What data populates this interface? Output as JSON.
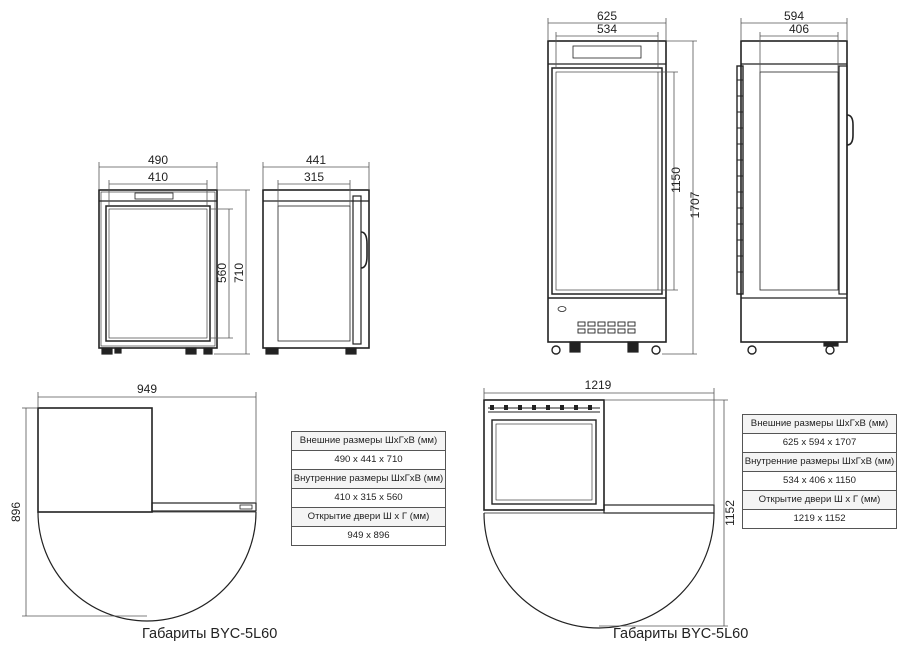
{
  "small_unit": {
    "front_view": {
      "outer_width": "490",
      "inner_width": "410",
      "inner_height": "560",
      "outer_height": "710"
    },
    "side_view": {
      "outer_depth": "441",
      "inner_depth": "315"
    },
    "door_plan": {
      "width": "949",
      "depth": "896"
    },
    "table": {
      "rows": [
        "Внешние размеры ШхГхВ (мм)",
        "490 х 441 х 710",
        "Внутренние размеры ШхГхВ (мм)",
        "410 х 315 х 560",
        "Открытие двери Ш х Г (мм)",
        "949 х 896"
      ]
    },
    "caption": "Габариты BYC-5L60"
  },
  "large_unit": {
    "front_view": {
      "outer_width": "625",
      "inner_width": "534",
      "inner_height": "1150",
      "outer_height": "1707"
    },
    "side_view": {
      "outer_depth": "594",
      "inner_depth": "406"
    },
    "door_plan": {
      "width": "1219",
      "depth": "1152"
    },
    "table": {
      "rows": [
        "Внешние размеры ШхГхВ (мм)",
        "625 х 594 х 1707",
        "Внутренние размеры ШхГхВ (мм)",
        "534 х 406 х 1150",
        "Открытие двери Ш х Г (мм)",
        "1219 х 1152"
      ]
    },
    "caption": "Габариты BYC-5L60"
  },
  "colors": {
    "line": "#222222",
    "dim_line": "#555555",
    "table_border": "#555555"
  }
}
